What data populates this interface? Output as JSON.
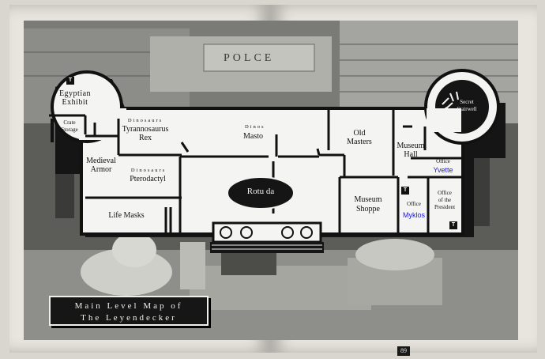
{
  "building": {
    "sign": "POLCE"
  },
  "map": {
    "title_line1": "Main Level Map of",
    "title_line2": "The Leyendecker",
    "page_number": "89",
    "rooms": {
      "egyptian_1": "Egyptian",
      "egyptian_2": "Exhibit",
      "crate_1": "Crate",
      "crate_2": "Storage",
      "trex_prefix": "Dinosaurs",
      "trex_1": "Tyrannosaurus",
      "trex_2": "Rex",
      "masto_prefix": "Dinos",
      "masto": "Masto",
      "medieval_1": "Medieval",
      "medieval_2": "Armor",
      "ptero_prefix": "Dinosaurs",
      "ptero": "Pterodactyl",
      "life_masks": "Life Masks",
      "rotunda": "Rotu  da",
      "old_1": "Old",
      "old_2": "Masters",
      "museum_hall_1": "Museum",
      "museum_hall_2": "Hall",
      "office_yvette": "Office",
      "yvette": "Yvette",
      "shoppe_1": "Museum",
      "shoppe_2": "Shoppe",
      "office_myklos": "Office",
      "myklos": "Myklos",
      "president_1": "Office",
      "president_2": "of the",
      "president_3": "President",
      "stair_1": "Secret",
      "stair_2": "Stairwell"
    },
    "markers": [
      "T",
      "T",
      "T"
    ],
    "colors": {
      "wall": "#111111",
      "floor": "#f4f4f2",
      "shadow": "#151515",
      "annotation": "#1a1ae6"
    }
  }
}
